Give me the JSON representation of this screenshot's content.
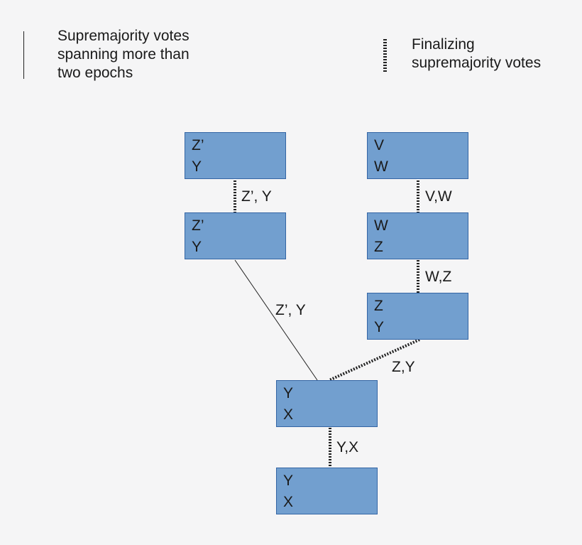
{
  "legend": {
    "solid": "Supremajority votes\nspanning more than\ntwo epochs",
    "dotted": "Finalizing\nsupremajority votes"
  },
  "blocks": [
    {
      "top": "Z’",
      "bottom": "Y"
    },
    {
      "top": "Z’",
      "bottom": "Y"
    },
    {
      "top": "V",
      "bottom": "W"
    },
    {
      "top": "W",
      "bottom": "Z"
    },
    {
      "top": "Z",
      "bottom": "Y"
    },
    {
      "top": "Y",
      "bottom": "X"
    },
    {
      "top": "Y",
      "bottom": "X"
    }
  ],
  "edges": [
    {
      "label": "Z’, Y",
      "style": "dotted"
    },
    {
      "label": "Z’, Y",
      "style": "solid"
    },
    {
      "label": "V,W",
      "style": "dotted"
    },
    {
      "label": "W,Z",
      "style": "dotted"
    },
    {
      "label": "Z,Y",
      "style": "dotted"
    },
    {
      "label": "Y,X",
      "style": "dotted"
    }
  ],
  "colors": {
    "block_fill": "#729fcf",
    "block_border": "#3465a4",
    "line": "#222222",
    "background": "#f5f5f6"
  }
}
